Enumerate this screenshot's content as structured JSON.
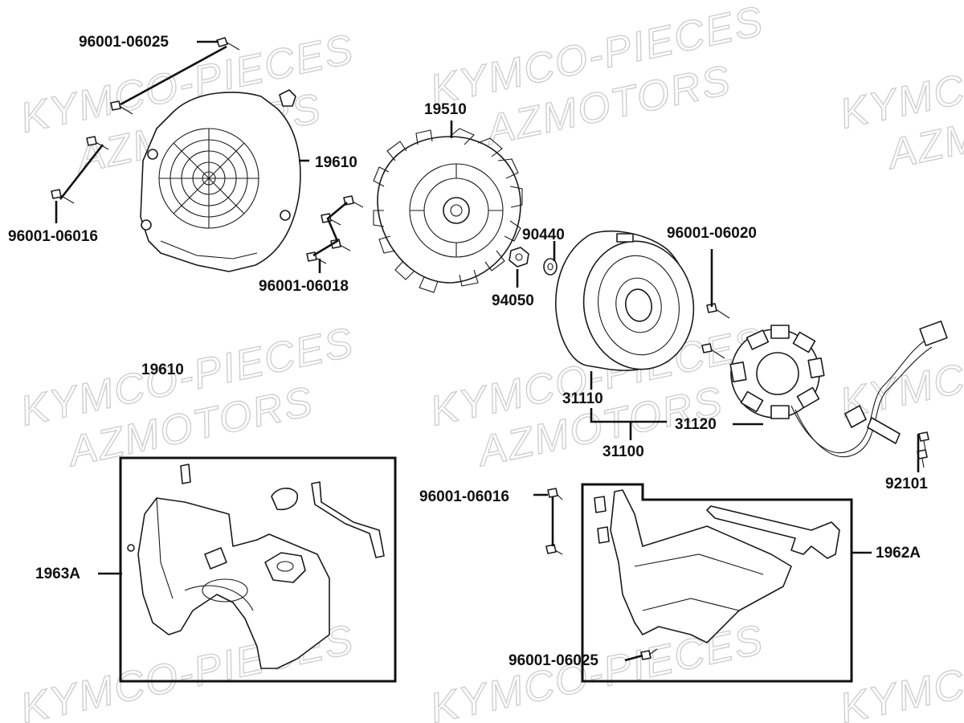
{
  "watermark": {
    "line1": "KYMCO-PIECES",
    "line2": "AZMOTORS"
  },
  "labels": {
    "screw_top_left": "96001-06025",
    "fan_cover_top": "19610",
    "screw_left": "96001-06016",
    "screw_group_center": "96001-06018",
    "fan_cover_mid": "19610",
    "cooling_fan": "19510",
    "washer": "90440",
    "nut": "94050",
    "stator_screw": "96001-06020",
    "flywheel_rotor": "31110",
    "stator_coil": "31120",
    "alternator_assy": "31100",
    "bolt_right": "92101",
    "shroud_left": "1963A",
    "screw_lower_center": "96001-06016",
    "shroud_right": "1962A",
    "screw_bottom": "96001-06025"
  }
}
